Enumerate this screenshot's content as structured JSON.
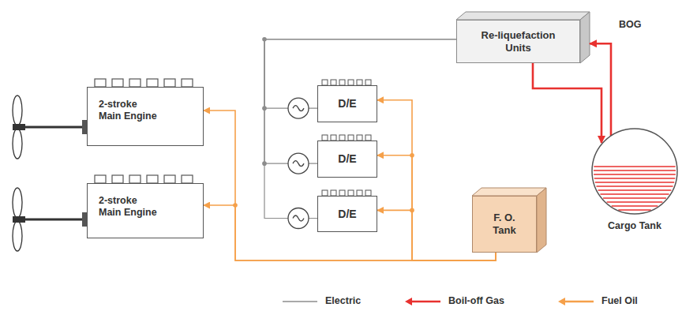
{
  "diagram": {
    "nodes": [
      {
        "text": [
          "2-stroke Main Engine"
        ]
      },
      {
        "text": [
          "2-stroke Main Engine"
        ]
      },
      {
        "text": [
          "D/E"
        ]
      },
      {
        "text": [
          "D/E"
        ]
      },
      {
        "text": [
          "D/E"
        ]
      },
      {
        "text": [
          "Re-liquefaction Units"
        ]
      },
      {
        "text": [
          "F. O. Tank"
        ]
      },
      {
        "text": [
          "Cargo Tank"
        ]
      }
    ],
    "edges": [
      {
        "from": 6,
        "to": 0,
        "arrow": "to"
      },
      {
        "from": 6,
        "to": 1,
        "arrow": "to"
      },
      {
        "from": 6,
        "to": 2,
        "arrow": "to"
      },
      {
        "from": 6,
        "to": 3,
        "arrow": "to"
      },
      {
        "from": 6,
        "to": 4,
        "arrow": "to"
      },
      {
        "from": 2,
        "to": 5,
        "arrow": "none"
      },
      {
        "from": 3,
        "to": 5,
        "arrow": "none"
      },
      {
        "from": 4,
        "to": 5,
        "arrow": "none"
      },
      {
        "from": 7,
        "to": 5,
        "arrow": "to"
      },
      {
        "from": 5,
        "to": 7,
        "arrow": "to"
      }
    ],
    "labels": [
      "BOG"
    ],
    "legend": [
      {
        "text": "Electric"
      },
      {
        "text": "Boil-off Gas"
      },
      {
        "text": "Fuel Oil"
      }
    ]
  }
}
